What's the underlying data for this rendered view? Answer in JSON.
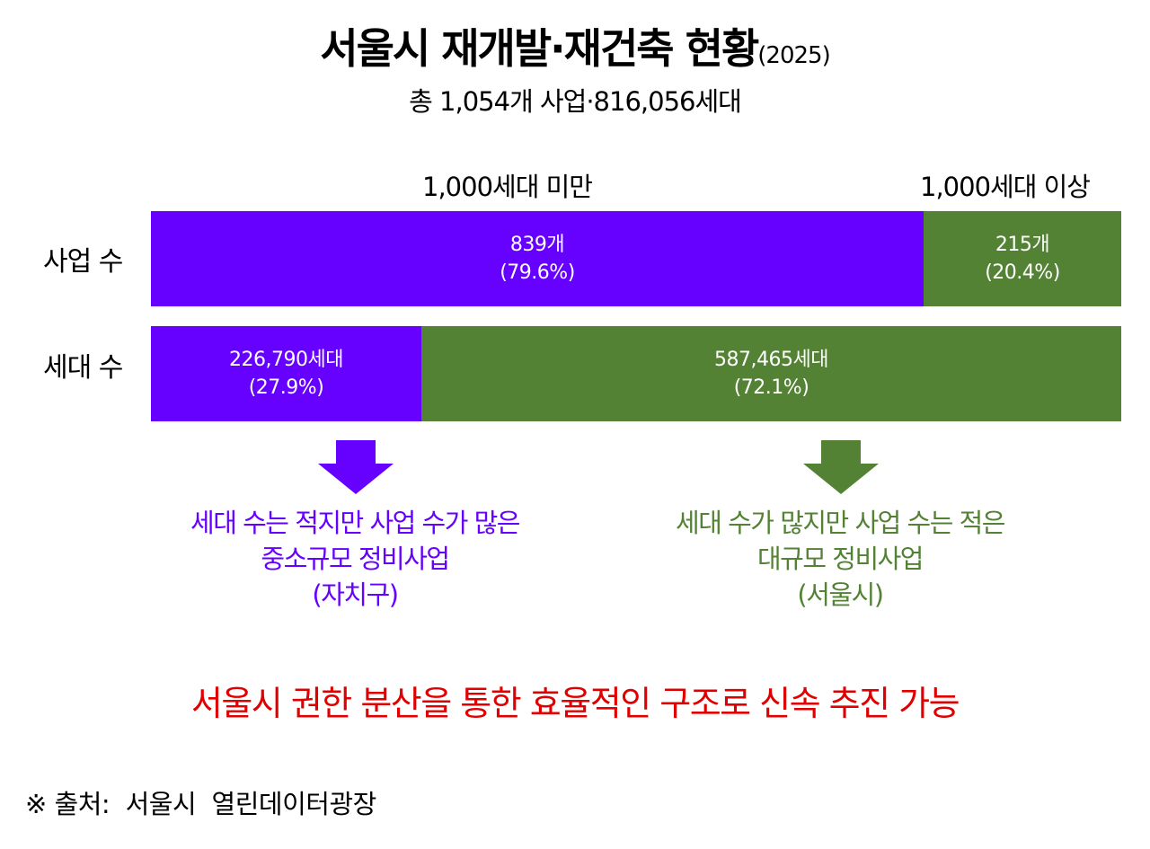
{
  "header": {
    "title": "서울시 재개발·재건축 현황",
    "title_year": "(2025)",
    "subtitle": "총 1,054개 사업·816,056세대"
  },
  "categories": {
    "under": "1,000세대 미만",
    "over": "1,000세대 이상"
  },
  "rows": {
    "projects": {
      "label": "사업 수",
      "under": {
        "value": "839개",
        "pct": "(79.6%)"
      },
      "over": {
        "value": "215개",
        "pct": "(20.4%)"
      }
    },
    "households": {
      "label": "세대 수",
      "under": {
        "value": "226,790세대",
        "pct": "(27.9%)"
      },
      "over": {
        "value": "587,465세대",
        "pct": "(72.1%)"
      }
    }
  },
  "notes": {
    "left": {
      "line1": "세대 수는 적지만 사업 수가 많은",
      "line2": "중소규모 정비사업",
      "line3": "(자치구)"
    },
    "right": {
      "line1": "세대 수가 많지만 사업 수는 적은",
      "line2": "대규모 정비사업",
      "line3": "(서울시)"
    }
  },
  "conclusion": "서울시 권한 분산을 통한 효율적인 구조로 신속 추진 가능",
  "source": "※ 출처:  서울시  열린데이터광장",
  "colors": {
    "under": "#6600ff",
    "over": "#548235",
    "conclusion": "#e00000"
  },
  "chart_data": {
    "type": "bar",
    "orientation": "horizontal",
    "stacked": true,
    "normalized": true,
    "title": "서울시 재개발·재건축 현황(2025)",
    "subtitle": "총 1,054개 사업·816,056세대",
    "categories": [
      "사업 수",
      "세대 수"
    ],
    "series": [
      {
        "name": "1,000세대 미만",
        "color": "#6600ff",
        "values": [
          839,
          226790
        ],
        "percent": [
          79.6,
          27.9
        ],
        "labels": [
          "839개 (79.6%)",
          "226,790세대 (27.9%)"
        ]
      },
      {
        "name": "1,000세대 이상",
        "color": "#548235",
        "values": [
          215,
          587465
        ],
        "percent": [
          20.4,
          72.1
        ],
        "labels": [
          "215개 (20.4%)",
          "587,465세대 (72.1%)"
        ]
      }
    ],
    "totals": {
      "projects": 1054,
      "households": 816056
    },
    "xlim": [
      0,
      100
    ],
    "grid": false,
    "legend_position": "top (category labels above bars)",
    "annotations": [
      "세대 수는 적지만 사업 수가 많은 중소규모 정비사업 (자치구)",
      "세대 수가 많지만 사업 수는 적은 대규모 정비사업 (서울시)",
      "서울시 권한 분산을 통한 효율적인 구조로 신속 추진 가능",
      "※ 출처: 서울시 열린데이터광장"
    ]
  }
}
